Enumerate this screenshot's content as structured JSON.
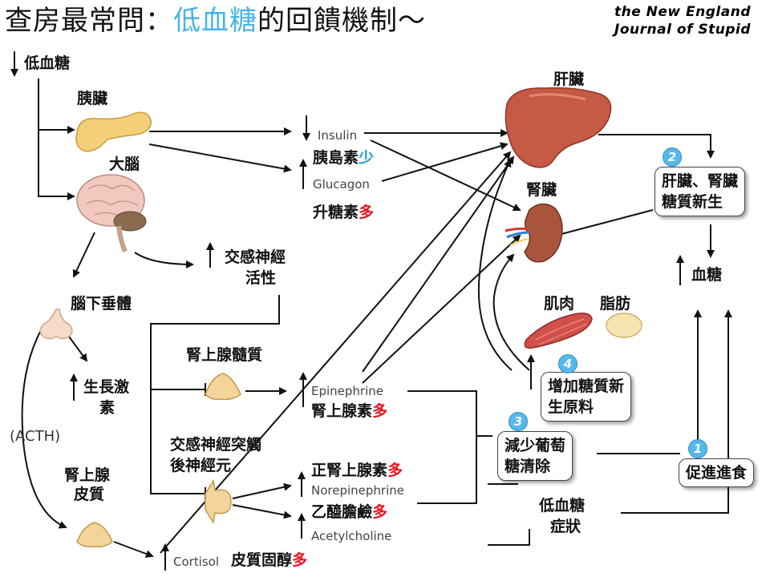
{
  "title": {
    "prefix": "查房最常問：",
    "highlight": "低血糖",
    "suffix": "的回饋機制～"
  },
  "logo": {
    "line1": "the New England",
    "line2": "Journal of Stupid"
  },
  "nodes": {
    "hypoglycemia": "低血糖",
    "pancreas": "胰臟",
    "brain": "大腦",
    "pituitary": "腦下垂體",
    "acth": "(ACTH)",
    "adrenal_cortex_1": "腎上腺",
    "adrenal_cortex_2": "皮質",
    "adrenal_medulla": "腎上腺髓質",
    "postganglionic_1": "交感神經突觸",
    "postganglionic_2": "後神經元",
    "sympathetic_1": "交感神經",
    "sympathetic_2": "活性",
    "liver": "肝臟",
    "kidney": "腎臟",
    "muscle": "肌肉",
    "fat": "脂肪",
    "blood_sugar": "血糖",
    "symptoms_1": "低血糖",
    "symptoms_2": "症狀"
  },
  "hormones": {
    "insulin": "Insulin",
    "insulin_zh": "胰島素",
    "insulin_level": "少",
    "glucagon": "Glucagon",
    "glucagon_zh": "升糖素",
    "glucagon_level": "多",
    "growth_hormone_1": "生長激",
    "growth_hormone_2": "素",
    "epinephrine": "Epinephrine",
    "epinephrine_zh": "腎上腺素",
    "epinephrine_level": "多",
    "norepinephrine": "Norepinephrine",
    "norepinephrine_zh": "正腎上腺素",
    "norepinephrine_level": "多",
    "acetylcholine": "Acetylcholine",
    "acetylcholine_zh": "乙醯膽鹼",
    "acetylcholine_level": "多",
    "cortisol": "Cortisol",
    "cortisol_zh": "皮質固醇",
    "cortisol_level": "多"
  },
  "callouts": [
    {
      "num": "1",
      "text_1": "促進進食",
      "text_2": ""
    },
    {
      "num": "2",
      "text_1": "肝臟、腎臟",
      "text_2": "糖質新生"
    },
    {
      "num": "3",
      "text_1": "減少葡萄",
      "text_2": "糖清除"
    },
    {
      "num": "4",
      "text_1": "增加糖質新",
      "text_2": "生原料"
    }
  ],
  "colors": {
    "accent_blue": "#46b3e6",
    "increase_red": "#e8141e",
    "decrease_blue": "#1aa0dc",
    "badge": "#55b9ec"
  }
}
